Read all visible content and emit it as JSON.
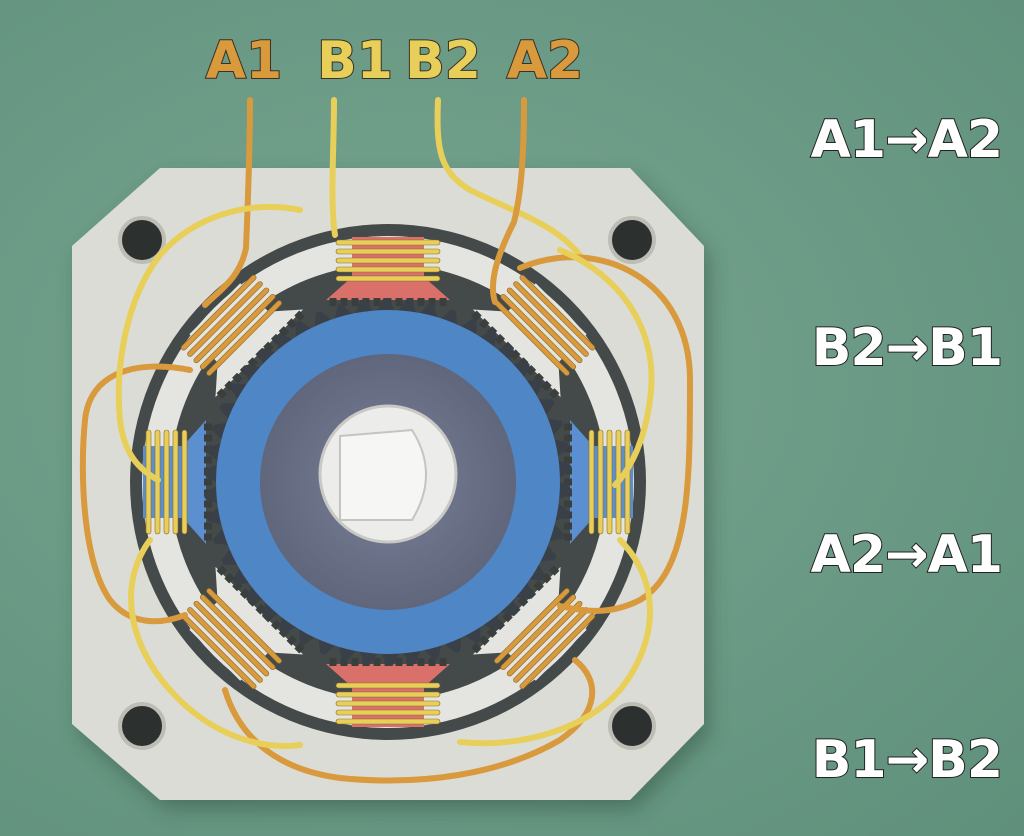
{
  "terminals": [
    {
      "id": "A1",
      "label": "A1",
      "color": "#d89a3c"
    },
    {
      "id": "B1",
      "label": "B1",
      "color": "#e8cf5a"
    },
    {
      "id": "B2",
      "label": "B2",
      "color": "#e8cf5a"
    },
    {
      "id": "A2",
      "label": "A2",
      "color": "#d89a3c"
    }
  ],
  "sequence": [
    {
      "label": "A1→A2"
    },
    {
      "label": "B2→B1"
    },
    {
      "label": "A2→A1"
    },
    {
      "label": "B1→B2"
    }
  ],
  "colors": {
    "background": "#6a9a85",
    "housing": "#dcdcd6",
    "stator": "#e4e4e0",
    "stator_teeth": "#cfcfca",
    "rotor_outer": "#4f86c6",
    "rotor_inner": "#6f7489",
    "shaft": "#ececea",
    "active_pole": "#d9706a",
    "highlight_pole": "#5b8fd0",
    "wire_a": "#d89a3c",
    "wire_b": "#e8cf5a"
  },
  "components": [
    "mounting-hole",
    "stator-pole",
    "coil-winding",
    "rotor",
    "shaft"
  ]
}
